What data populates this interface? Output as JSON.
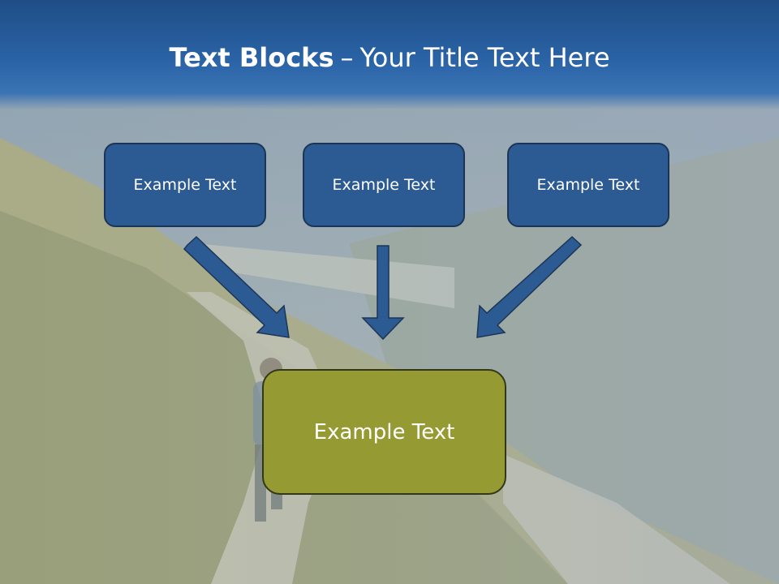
{
  "slide": {
    "title_bold": "Text Blocks",
    "title_dash": "–",
    "title_rest": "Your Title Text Here"
  },
  "blocks": {
    "top": [
      {
        "text": "Example Text"
      },
      {
        "text": "Example Text"
      },
      {
        "text": "Example Text"
      }
    ],
    "bottom": {
      "text": "Example Text"
    }
  },
  "colors": {
    "header_blue": "#2a63a6",
    "box_blue": "#2c5a93",
    "box_olive": "#969a33",
    "arrow_blue": "#2c5a93"
  }
}
